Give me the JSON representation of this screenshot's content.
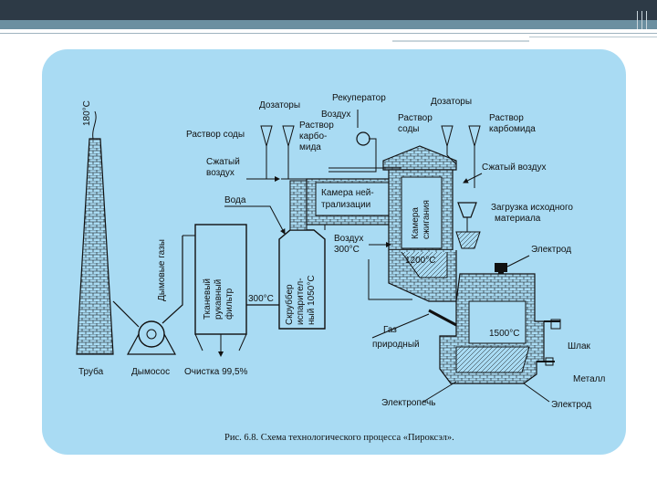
{
  "labels": {
    "temp_180": "180°C",
    "smoke_gases": "Дымовые газы",
    "filter": [
      "Тканевый",
      "рукавный",
      "фильтр"
    ],
    "temp_300_left": "300°C",
    "scrubber": [
      "Скруббер",
      "испарител-",
      "ный 1050°С"
    ],
    "dispensers_left": "Дозаторы",
    "recuperator": "Рекуператор",
    "dispensers_right": "Дозаторы",
    "soda_solution_left": "Раствор соды",
    "air_top": "Воздух",
    "carbamide_left": [
      "Раствор",
      "карбо-",
      "мида"
    ],
    "soda_solution_right": [
      "Раствор",
      "соды"
    ],
    "carbamide_right": [
      "Раствор",
      "карбомида"
    ],
    "compressed_air_left": [
      "Сжатый",
      "воздух"
    ],
    "compressed_air_right": "Сжатый воздух",
    "water": "Вода",
    "neutralization_chamber": [
      "Камера ней-",
      "трализации"
    ],
    "combustion_chamber": [
      "Камера",
      "сжигания"
    ],
    "loading": [
      "Загрузка исходного",
      "материала"
    ],
    "air_300": [
      "Воздух",
      "300°С"
    ],
    "temp_1200": "1200°С",
    "electrode_top": "Электрод",
    "gas": [
      "Газ",
      "природный"
    ],
    "temp_1500": "1500°С",
    "slag": "Шлак",
    "metal": "Металл",
    "electric_furnace": "Электропечь",
    "electrode_bottom": "Электрод",
    "pipe": "Труба",
    "smoke_exhauster": "Дымосос",
    "cleaning": "Очистка 99,5%",
    "caption": "Рис. 6.8. Схема технологического процесса «Пироксэл»."
  },
  "colors": {
    "panel_bg": "#a9dbf3",
    "ink": "#111111",
    "topbar": "#2d3a46",
    "topbar_accent": "#6b8fa0"
  }
}
